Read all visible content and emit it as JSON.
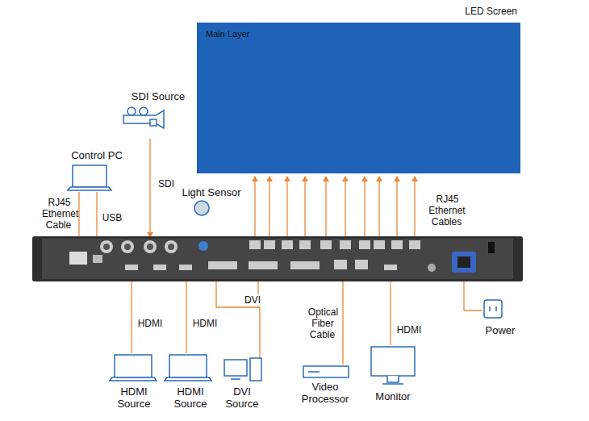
{
  "diagram": {
    "nodes": [
      {
        "text": [
          "LED Screen",
          "Main Layer"
        ]
      },
      {
        "text": [
          "SDI Source"
        ]
      },
      {
        "text": [
          "Control PC"
        ]
      },
      {
        "text": [
          "Light Sensor"
        ]
      },
      {
        "text": [
          "HDMI Source"
        ]
      },
      {
        "text": [
          "HDMI Source"
        ]
      },
      {
        "text": [
          "DVI Source"
        ]
      },
      {
        "text": [
          "Video Processor"
        ]
      },
      {
        "text": [
          "Monitor"
        ]
      },
      {
        "text": [
          "Power"
        ]
      }
    ],
    "labels": [
      "SDI",
      "RJ45 Ethernet Cable",
      "USB",
      "RJ45 Ethernet Cables",
      "HDMI",
      "HDMI",
      "DVI",
      "Optical Fiber Cable",
      "HDMI"
    ]
  }
}
